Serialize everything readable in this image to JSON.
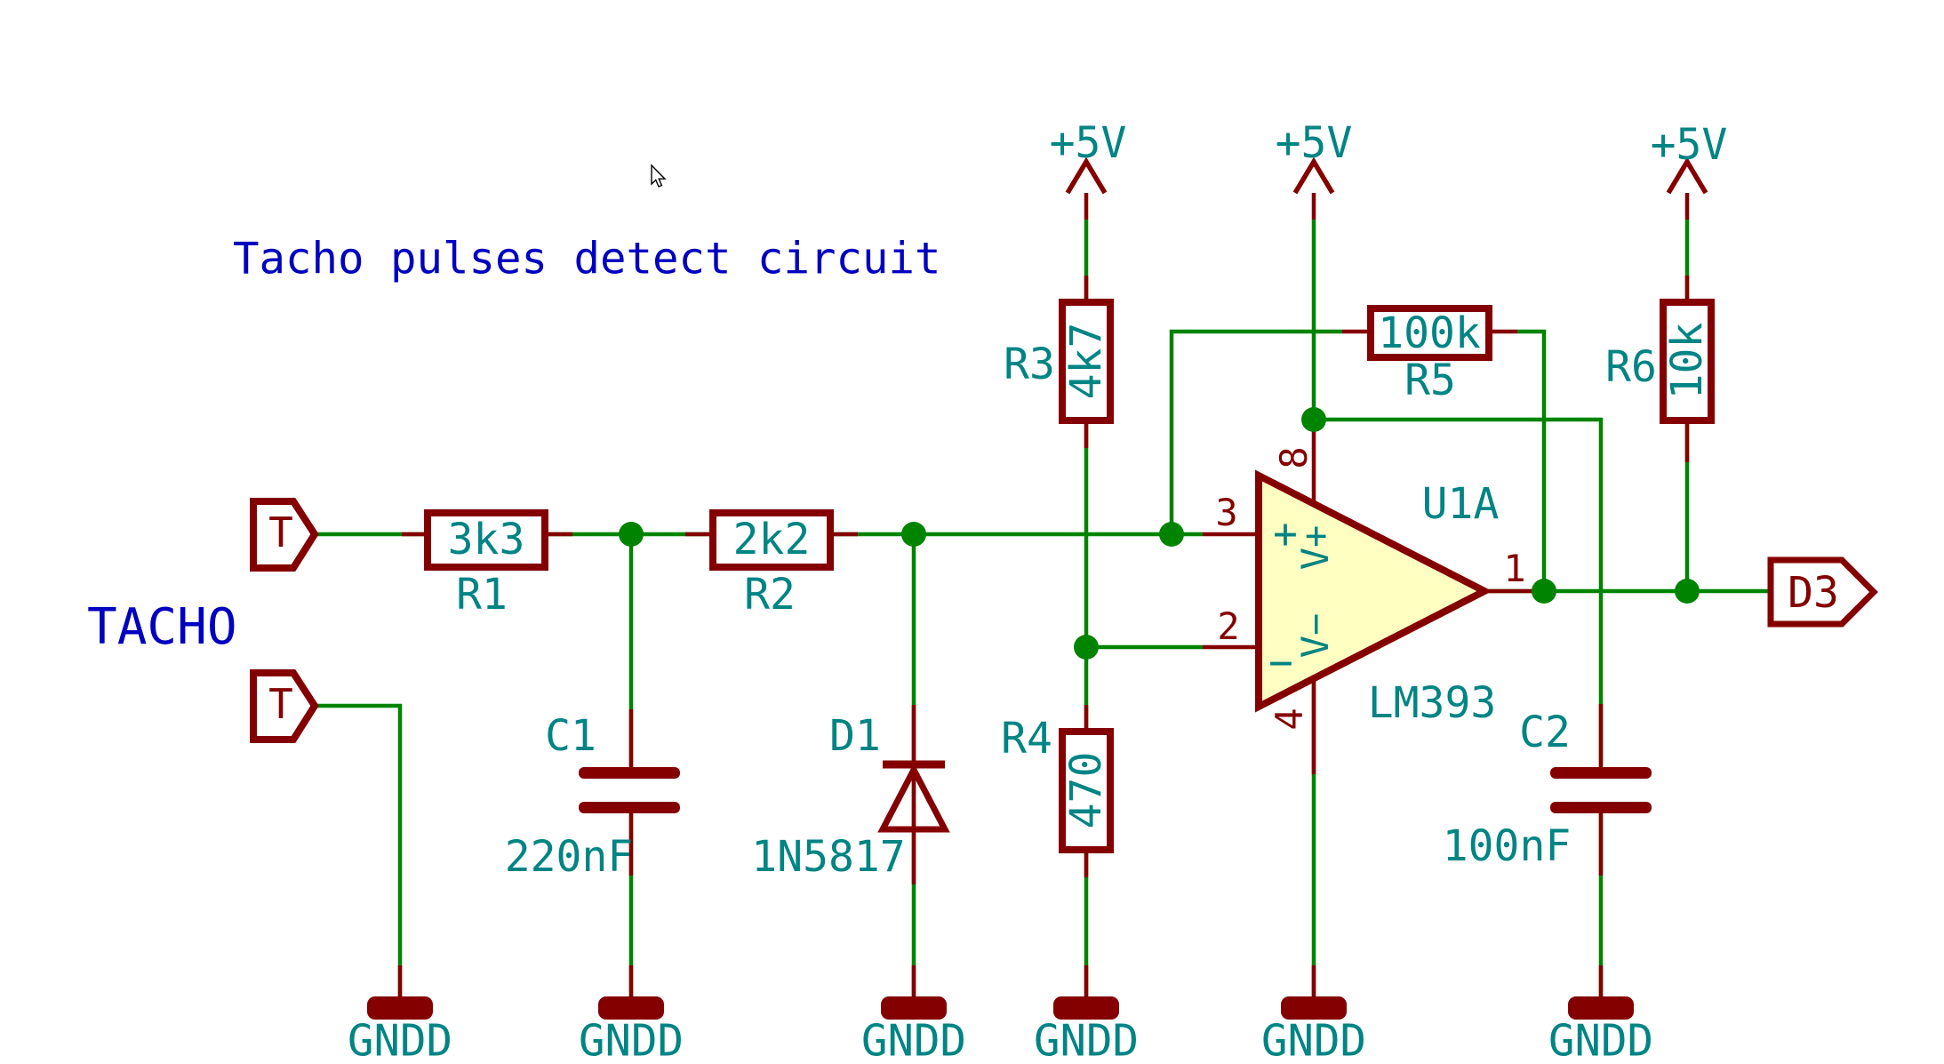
{
  "title": "Tacho pulses detect circuit",
  "net_label": "TACHO",
  "power_rail": "+5V",
  "ground_name": "GNDD",
  "colors": {
    "wire_green": "#008400",
    "symbol_maroon": "#840000",
    "field_teal": "#008484",
    "note_blue": "#0000C0",
    "opamp_fill": "#FFFFC2"
  },
  "components": {
    "r1": {
      "ref": "R1",
      "value": "3k3"
    },
    "r2": {
      "ref": "R2",
      "value": "2k2"
    },
    "r3": {
      "ref": "R3",
      "value": "4k7"
    },
    "r4": {
      "ref": "R4",
      "value": "470"
    },
    "r5": {
      "ref": "R5",
      "value": "100k"
    },
    "r6": {
      "ref": "R6",
      "value": "10k"
    },
    "c1": {
      "ref": "C1",
      "value": "220nF"
    },
    "c2": {
      "ref": "C2",
      "value": "100nF"
    },
    "d1": {
      "ref": "D1",
      "value": "1N5817"
    },
    "u1": {
      "ref": "U1A",
      "part": "LM393"
    }
  },
  "connectors": {
    "t_top": "T",
    "t_bottom": "T",
    "output": "D3"
  },
  "opamp_pins": {
    "out": "1",
    "inv": "2",
    "noninv": "3",
    "vneg": "4",
    "vpos": "8"
  },
  "opamp_markers": {
    "plus": "+",
    "minus": "−",
    "vplus": "V+",
    "vminus": "V−"
  }
}
